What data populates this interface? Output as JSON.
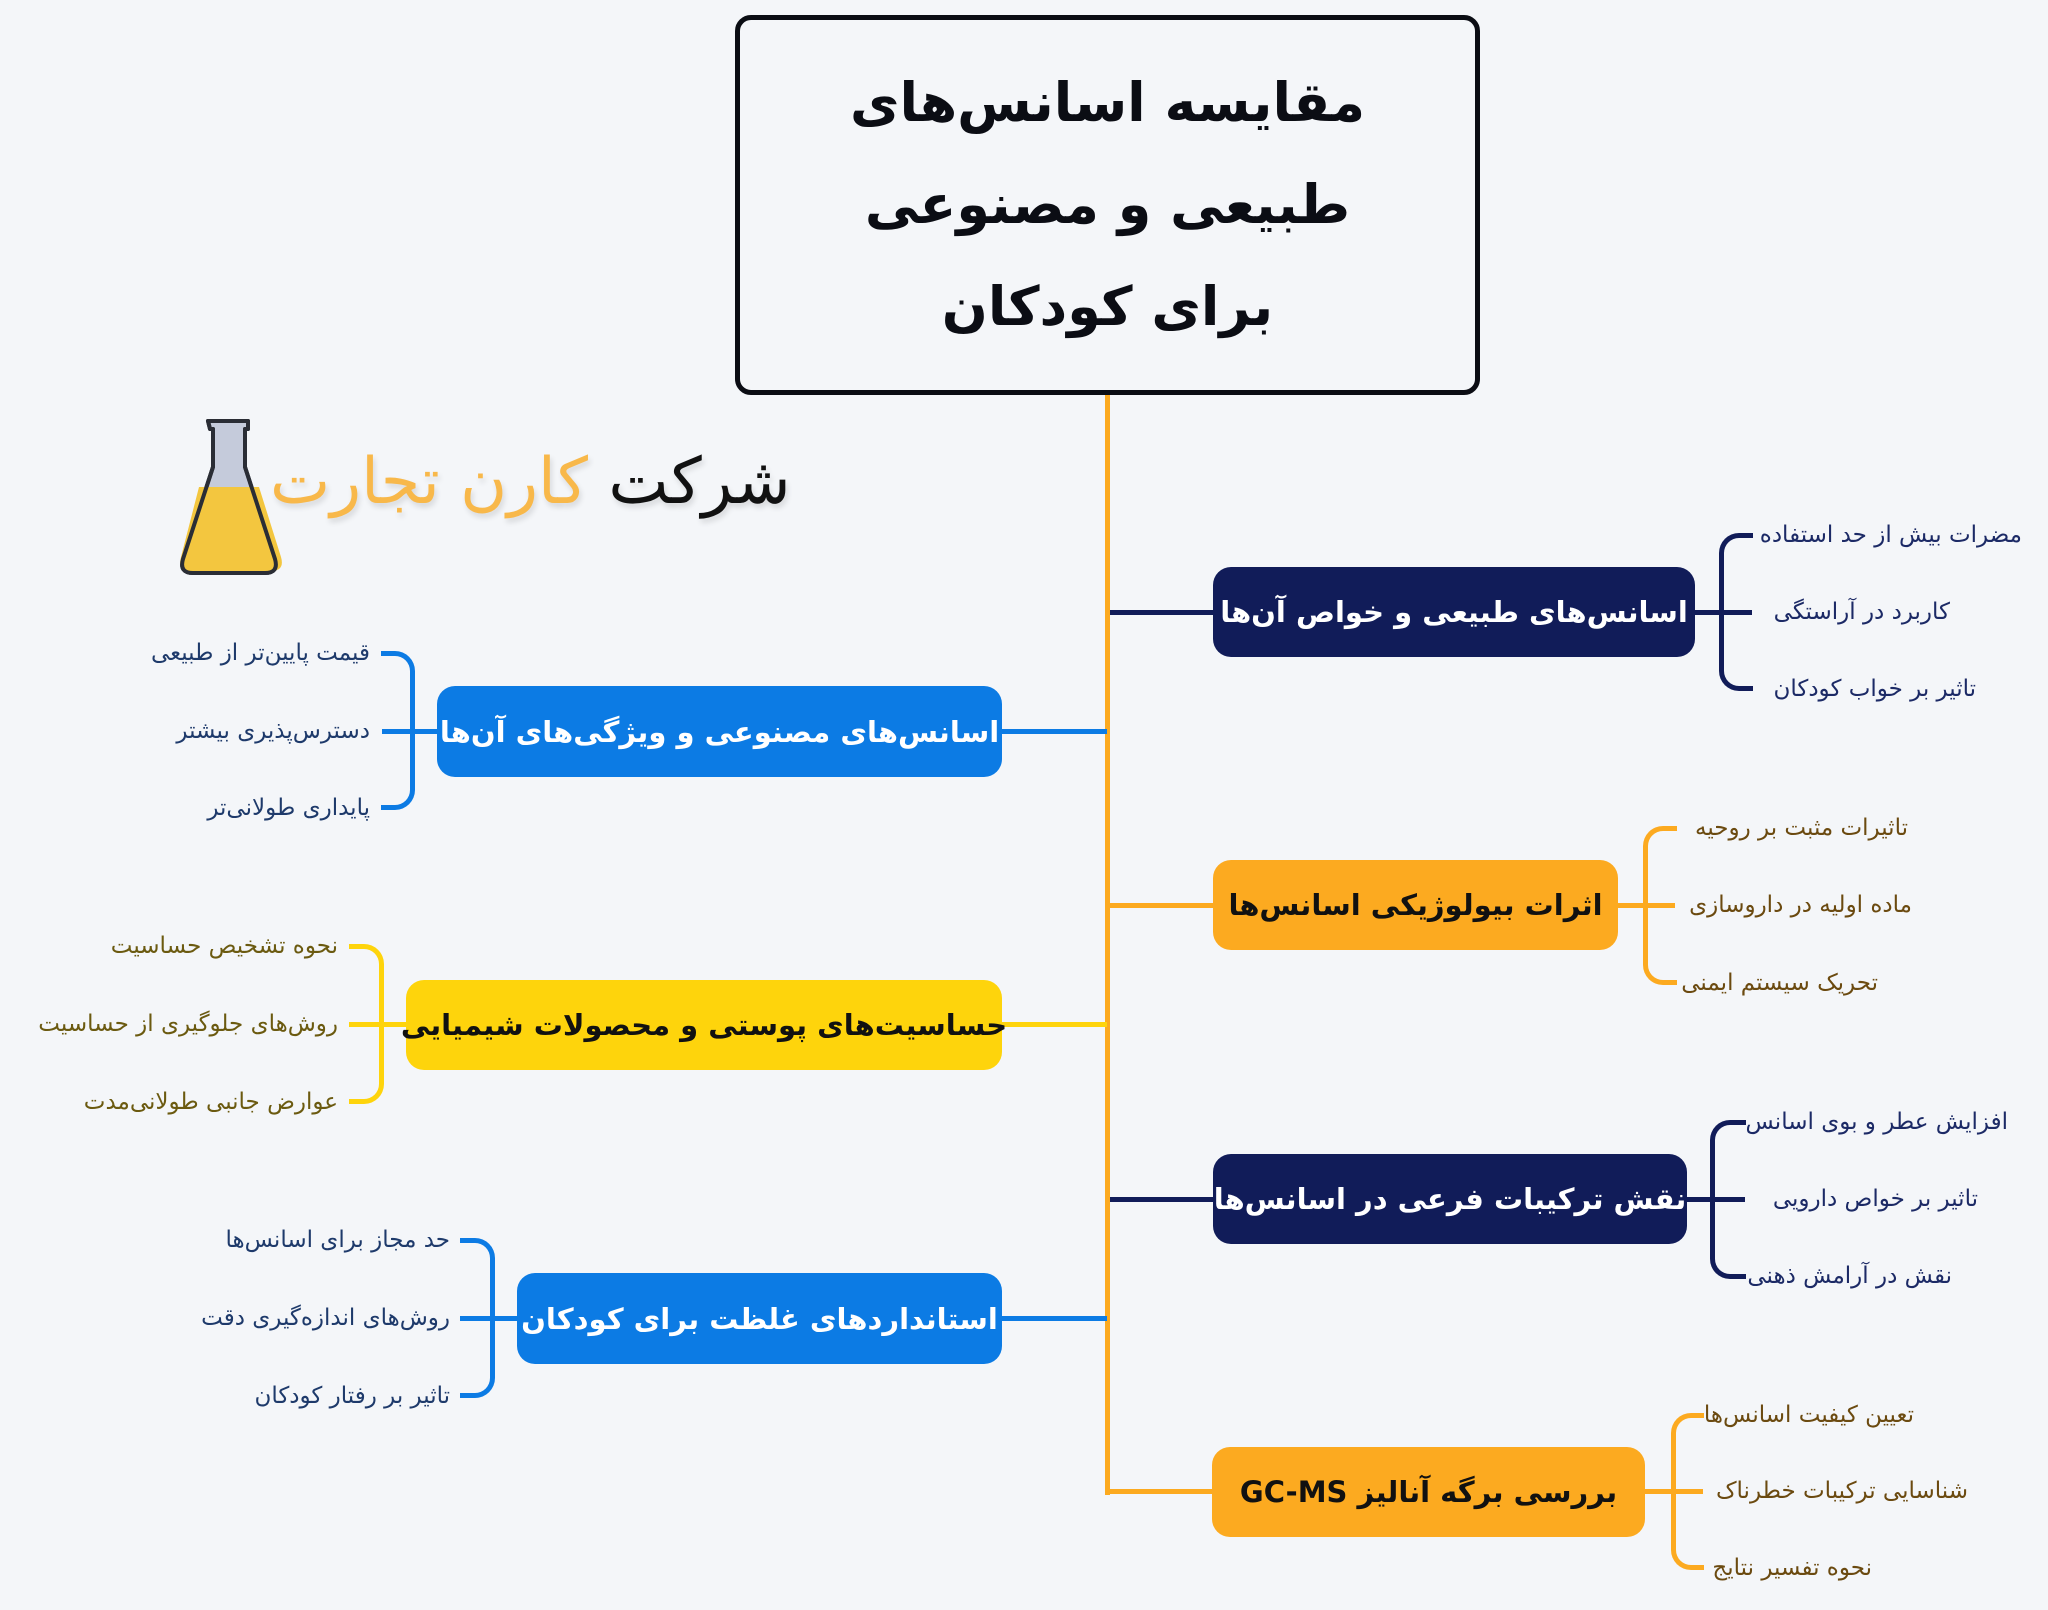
{
  "title": "مقایسه اسانس‌های طبیعی و مصنوعی برای کودکان",
  "logo": {
    "icon": "flask-icon",
    "prefix": "شرکت",
    "brand": "کارن تجارت",
    "colors": {
      "brand": "#f8b84a",
      "liquid": "#f3c63f",
      "glass": "#c5cbdb"
    }
  },
  "colors": {
    "background": "#f4f6f9",
    "trunk": "#fcaa20",
    "navy": "#111c59",
    "orange": "#fcaa20",
    "blue": "#0c7be4",
    "yellow": "#fed40c"
  },
  "right_branches": [
    {
      "label": "اسانس‌های طبیعی و خواص آن‌ها",
      "color": "navy",
      "children": [
        "مضرات بیش از حد استفاده",
        "کاربرد در آراستگی",
        "تاثیر بر خواب کودکان"
      ]
    },
    {
      "label": "اثرات بیولوژیکی اسانس‌ها",
      "color": "orange",
      "children": [
        "تاثیرات مثبت بر روحیه",
        "ماده اولیه در داروسازی",
        "تحریک سیستم ایمنی"
      ]
    },
    {
      "label": "نقش ترکیبات فرعی در اسانس‌ها",
      "color": "navy",
      "children": [
        "افزایش عطر و بوی اسانس",
        "تاثیر بر خواص دارویی",
        "نقش در آرامش ذهنی"
      ]
    },
    {
      "label": "بررسی برگه آنالیز GC-MS",
      "color": "orange",
      "children": [
        "تعیین کیفیت اسانس‌ها",
        "شناسایی ترکیبات خطرناک",
        "نحوه تفسیر نتایج"
      ]
    }
  ],
  "left_branches": [
    {
      "label": "اسانس‌های مصنوعی و ویژگی‌های آن‌ها",
      "color": "blue",
      "children": [
        "قیمت پایین‌تر از طبیعی",
        "دسترس‌پذیری بیشتر",
        "پایداری طولانی‌تر"
      ]
    },
    {
      "label": "حساسیت‌های پوستی و محصولات شیمیایی",
      "color": "yellow",
      "children": [
        "نحوه تشخیص حساسیت",
        "روش‌های جلوگیری از حساسیت",
        "عوارض جانبی طولانی‌مدت"
      ]
    },
    {
      "label": "استانداردهای غلظت برای کودکان",
      "color": "blue",
      "children": [
        "حد مجاز برای اسانس‌ها",
        "روش‌های اندازه‌گیری دقت",
        "تاثیر بر رفتار کودکان"
      ]
    }
  ]
}
